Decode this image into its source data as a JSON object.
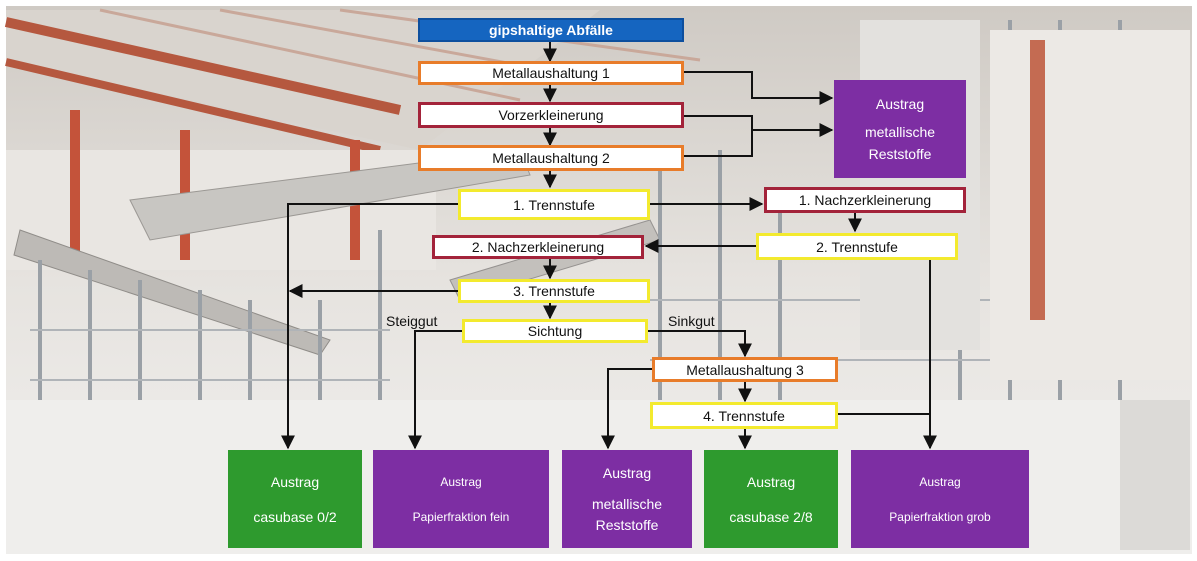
{
  "flow": {
    "input": "gipshaltige Abfälle",
    "metal1": "Metallaushaltung 1",
    "precrush": "Vorzerkleinerung",
    "metal2": "Metallaushaltung 2",
    "sep1": "1. Trennstufe",
    "postcrush1": "1. Nachzerkleinerung",
    "sep2": "2. Trennstufe",
    "postcrush2": "2. Nachzerkleinerung",
    "sep3": "3. Trennstufe",
    "sifting": "Sichtung",
    "metal3": "Metallaushaltung 3",
    "sep4": "4. Trennstufe",
    "label_rising": "Steiggut",
    "label_sinking": "Sinkgut"
  },
  "outputs": {
    "metal_top": {
      "line1": "Austrag",
      "line2": "metallische",
      "line3": "Reststoffe"
    },
    "casubase02": {
      "line1": "Austrag",
      "line2": "casubase 0/2"
    },
    "paper_fine": {
      "line1": "Austrag",
      "line2": "Papierfraktion fein"
    },
    "metal_bottom": {
      "line1": "Austrag",
      "line2": "metallische",
      "line3": "Reststoffe"
    },
    "casubase28": {
      "line1": "Austrag",
      "line2": "casubase 2/8"
    },
    "paper_coarse": {
      "line1": "Austrag",
      "line2": "Papierfraktion grob"
    }
  },
  "colors": {
    "process_blue": "#1565c0",
    "border_orange": "#e87c2a",
    "border_red": "#a3233a",
    "border_yellow": "#f3ea2e",
    "output_purple": "#7d2ea3",
    "output_green": "#2e9a2e"
  }
}
